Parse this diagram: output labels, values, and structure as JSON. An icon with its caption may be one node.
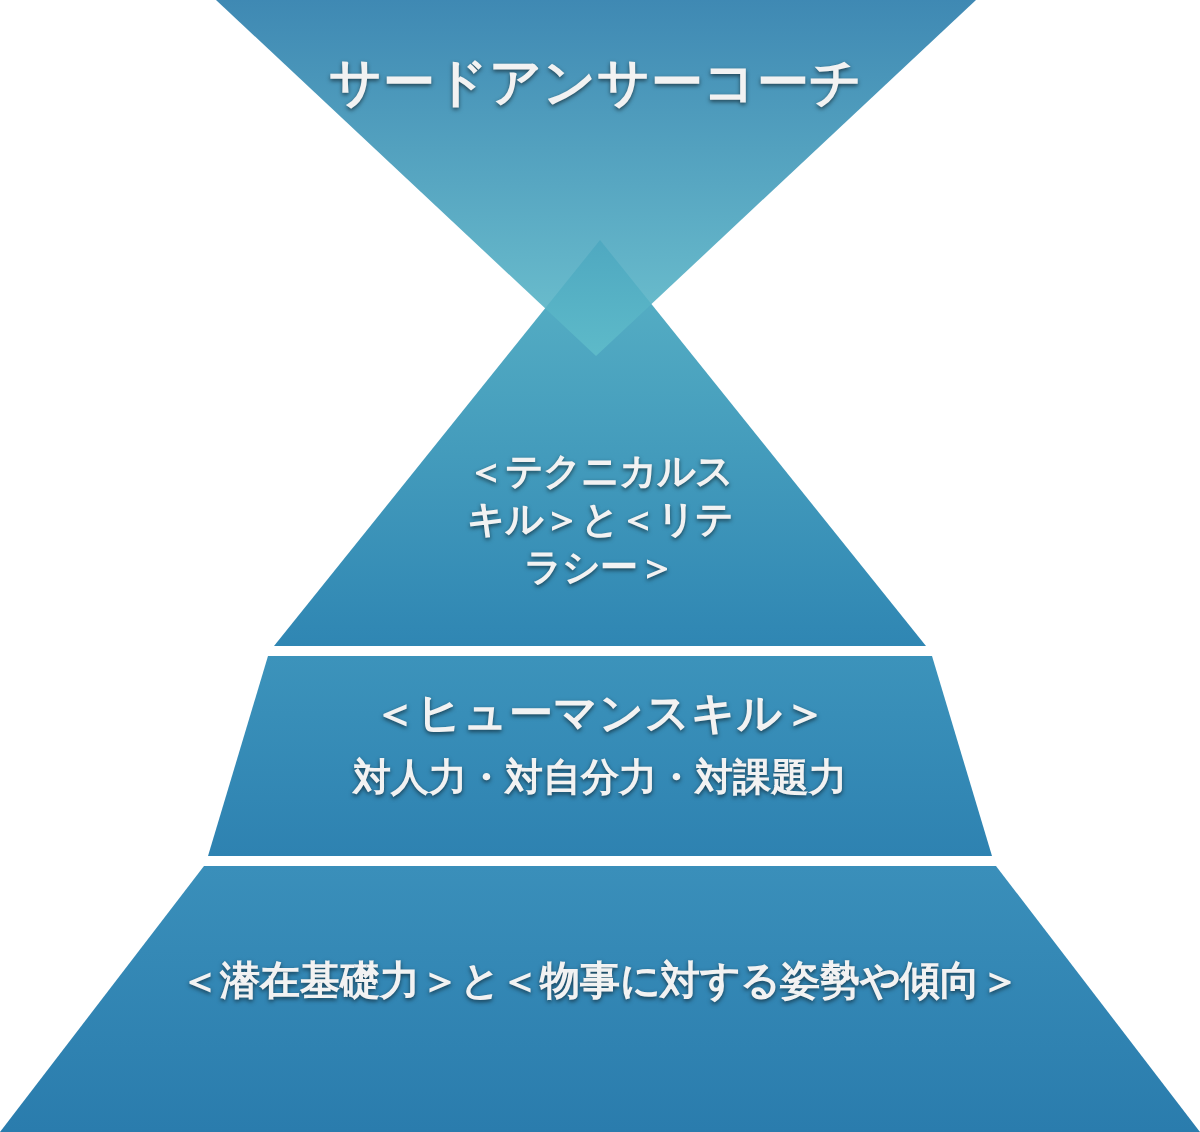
{
  "diagram": {
    "nodes": [
      {
        "text": [
          "サードアンサーコーチ"
        ]
      },
      {
        "text": [
          "＜テクニカルスキル＞と＜リテラシー＞"
        ]
      },
      {
        "text": [
          "＜ヒューマンスキル＞",
          "対人力・対自分力・対課題力"
        ]
      },
      {
        "text": [
          "＜潜在基礎力＞と＜物事に対する姿勢や傾向＞"
        ]
      }
    ]
  }
}
